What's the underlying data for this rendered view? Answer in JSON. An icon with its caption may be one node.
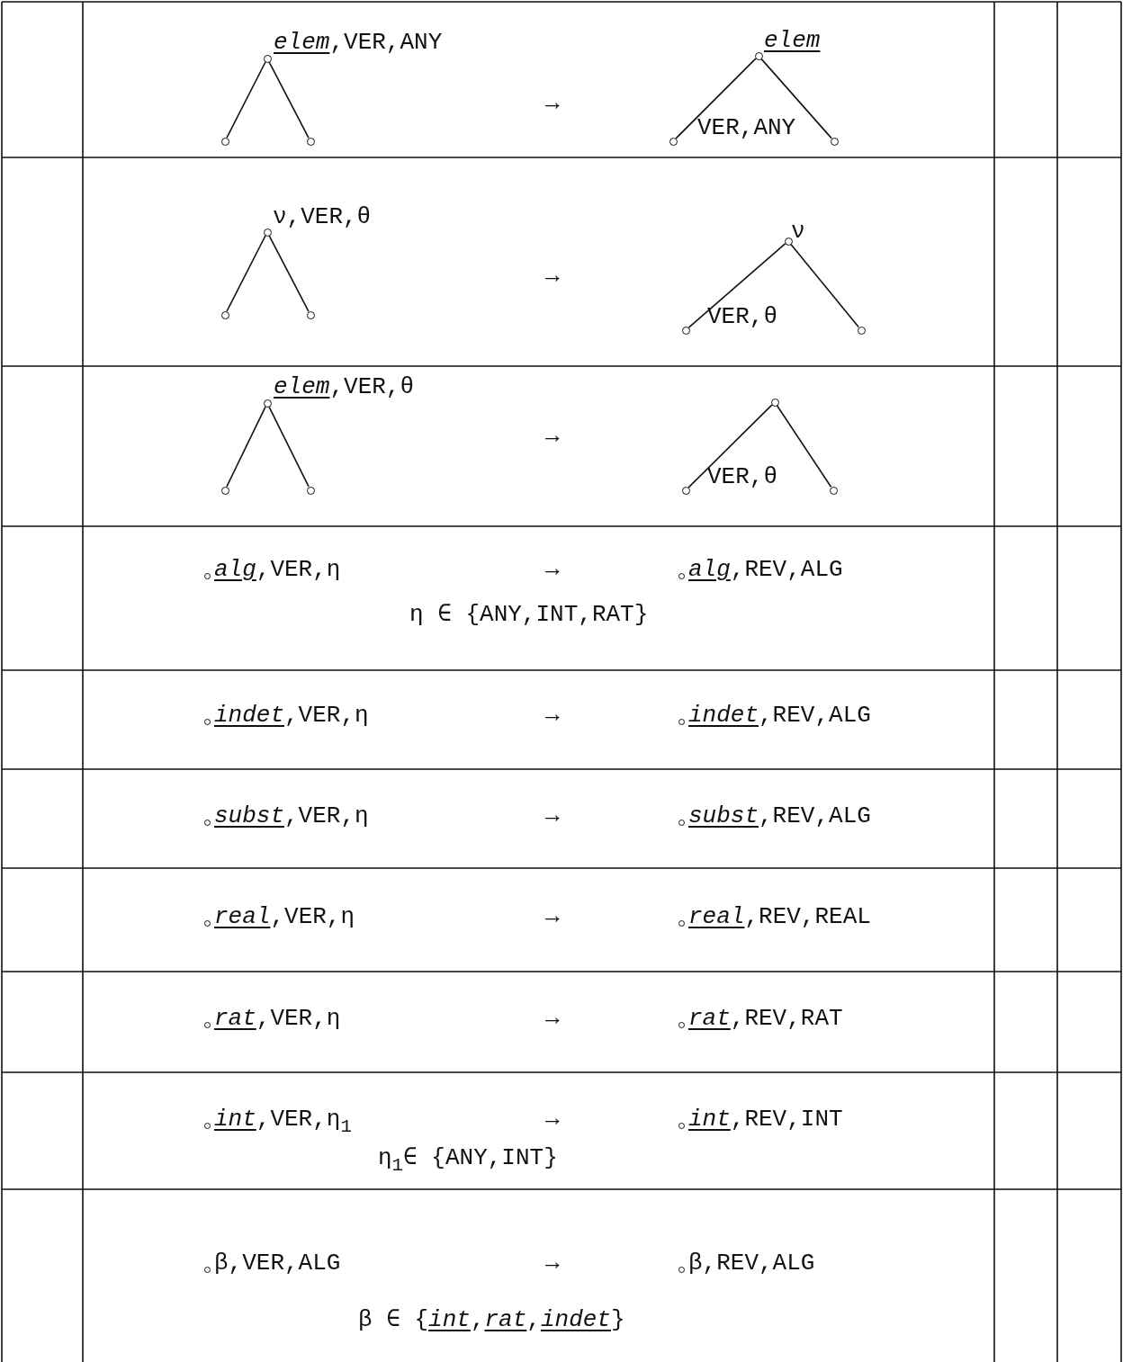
{
  "diagram": {
    "nodes": [
      {
        "text": [],
        "shape": "circle",
        "beside": [
          "*elem*,VER,ANY"
        ]
      },
      {
        "text": [],
        "shape": "circle"
      },
      {
        "text": [],
        "shape": "circle"
      },
      {
        "text": [],
        "shape": "circle",
        "beside": [
          "*elem*"
        ]
      },
      {
        "text": [],
        "shape": "circle",
        "beside": [
          "VER,ANY"
        ]
      },
      {
        "text": [],
        "shape": "circle"
      },
      {
        "text": [],
        "shape": "circle",
        "beside": [
          "ν,VER,θ"
        ]
      },
      {
        "text": [],
        "shape": "circle"
      },
      {
        "text": [],
        "shape": "circle"
      },
      {
        "text": [],
        "shape": "circle",
        "beside": [
          "ν"
        ]
      },
      {
        "text": [],
        "shape": "circle",
        "beside": [
          "VER,θ"
        ]
      },
      {
        "text": [],
        "shape": "circle"
      },
      {
        "text": [],
        "shape": "circle",
        "beside": [
          "*elem*,VER,θ"
        ]
      },
      {
        "text": [],
        "shape": "circle"
      },
      {
        "text": [],
        "shape": "circle"
      },
      {
        "text": [],
        "shape": "circle"
      },
      {
        "text": [],
        "shape": "circle",
        "beside": [
          "VER,θ"
        ]
      },
      {
        "text": [],
        "shape": "circle"
      },
      {
        "text": [
          "*alg*,VER,η"
        ]
      },
      {
        "text": [
          "*alg*,REV,ALG"
        ]
      },
      {
        "text": [
          "*indet*,VER,η"
        ]
      },
      {
        "text": [
          "*indet*,REV,ALG"
        ]
      },
      {
        "text": [
          "*subst*,VER,η"
        ]
      },
      {
        "text": [
          "*subst*,REV,ALG"
        ]
      },
      {
        "text": [
          "*real*,VER,η"
        ]
      },
      {
        "text": [
          "*real*,REV,REAL"
        ]
      },
      {
        "text": [
          "*rat*,VER,η"
        ]
      },
      {
        "text": [
          "*rat*,REV,RAT"
        ]
      },
      {
        "text": [
          "*int*,VER,η$_{1}$"
        ]
      },
      {
        "text": [
          "*int*,REV,INT"
        ]
      },
      {
        "text": [
          "β,VER,ALG"
        ]
      },
      {
        "text": [
          "β,REV,ALG"
        ]
      }
    ],
    "edges": [
      {
        "from": 0,
        "to": 1,
        "arrow": "none"
      },
      {
        "from": 0,
        "to": 2,
        "arrow": "none"
      },
      {
        "from": 3,
        "to": 4,
        "arrow": "none"
      },
      {
        "from": 3,
        "to": 5,
        "arrow": "none"
      },
      {
        "from": 6,
        "to": 7,
        "arrow": "none"
      },
      {
        "from": 6,
        "to": 8,
        "arrow": "none"
      },
      {
        "from": 9,
        "to": 10,
        "arrow": "none"
      },
      {
        "from": 9,
        "to": 11,
        "arrow": "none"
      },
      {
        "from": 12,
        "to": 13,
        "arrow": "none"
      },
      {
        "from": 12,
        "to": 14,
        "arrow": "none"
      },
      {
        "from": 15,
        "to": 16,
        "arrow": "none"
      },
      {
        "from": 15,
        "to": 17,
        "arrow": "none"
      }
    ],
    "labels": [
      "→",
      "→",
      "→",
      "→",
      "η ∈ {ANY,INT,RAT}",
      "→",
      "→",
      "→",
      "→",
      "→",
      "η$_{1}$∈ {ANY,INT}",
      "→",
      "β ∈ {*int*,*rat*,*indet*}"
    ]
  }
}
